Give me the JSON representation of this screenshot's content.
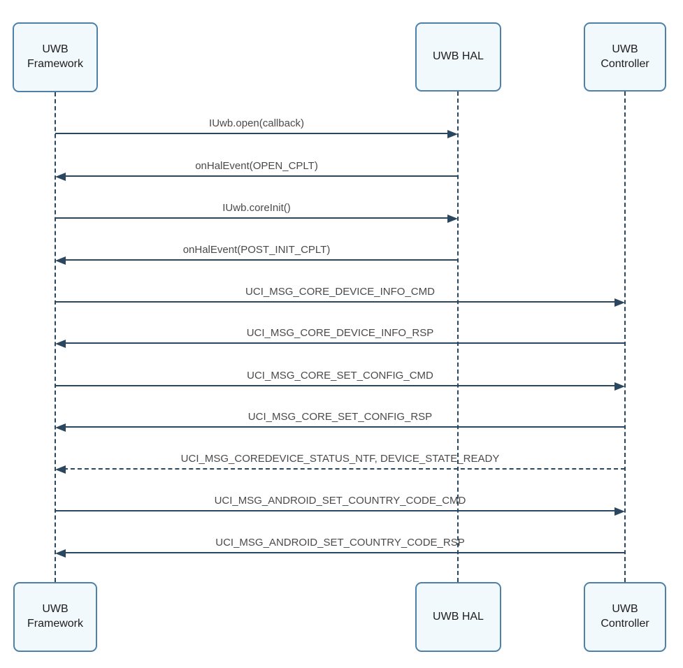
{
  "diagram": {
    "type": "sequence-diagram",
    "background": "#ffffff"
  },
  "colors": {
    "actor_fill": "#f2f9fd",
    "actor_border": "#4e80a8",
    "line": "#2a475f",
    "message_text": "#4a4a4a",
    "actor_text": "#1c1c1c"
  },
  "actors": [
    {
      "id": "framework",
      "label": "UWB\nFramework"
    },
    {
      "id": "hal",
      "label": "UWB HAL"
    },
    {
      "id": "controller",
      "label": "UWB\nController"
    }
  ],
  "messages": [
    {
      "label": "IUwb.open(callback)",
      "from": "framework",
      "to": "hal",
      "line": "solid"
    },
    {
      "label": "onHalEvent(OPEN_CPLT)",
      "from": "hal",
      "to": "framework",
      "line": "solid"
    },
    {
      "label": "IUwb.coreInit()",
      "from": "framework",
      "to": "hal",
      "line": "solid"
    },
    {
      "label": "onHalEvent(POST_INIT_CPLT)",
      "from": "hal",
      "to": "framework",
      "line": "solid"
    },
    {
      "label": "UCI_MSG_CORE_DEVICE_INFO_CMD",
      "from": "framework",
      "to": "controller",
      "line": "solid"
    },
    {
      "label": "UCI_MSG_CORE_DEVICE_INFO_RSP",
      "from": "controller",
      "to": "framework",
      "line": "solid"
    },
    {
      "label": "UCI_MSG_CORE_SET_CONFIG_CMD",
      "from": "framework",
      "to": "controller",
      "line": "solid"
    },
    {
      "label": "UCI_MSG_CORE_SET_CONFIG_RSP",
      "from": "controller",
      "to": "framework",
      "line": "solid"
    },
    {
      "label": "UCI_MSG_COREDEVICE_STATUS_NTF, DEVICE_STATE_READY",
      "from": "controller",
      "to": "framework",
      "line": "dashed"
    },
    {
      "label": "UCI_MSG_ANDROID_SET_COUNTRY_CODE_CMD",
      "from": "framework",
      "to": "controller",
      "line": "solid"
    },
    {
      "label": "UCI_MSG_ANDROID_SET_COUNTRY_CODE_RSP",
      "from": "controller",
      "to": "framework",
      "line": "solid"
    }
  ]
}
